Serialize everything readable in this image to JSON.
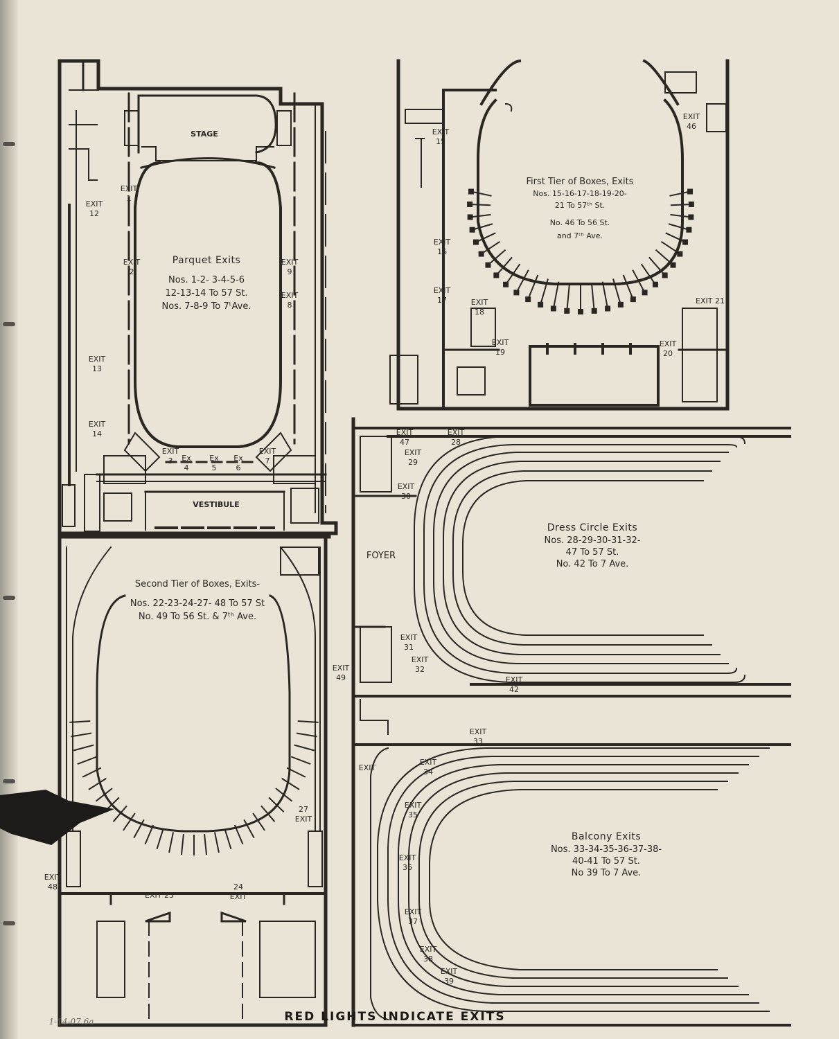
{
  "sections": {
    "parquet": {
      "title": "Parquet Exits",
      "lines": [
        "Nos. 1-2- 3-4-5-6",
        "12-13-14 To 57 St.",
        "Nos. 7-8-9 To 7ᵗAve."
      ]
    },
    "first_tier": {
      "title": "First Tier of Boxes, Exits",
      "lines": [
        "Nos. 15-16-17-18-19-20-",
        "21 To 57ᵗʰ St.",
        "No. 46 To 56 St.",
        "and 7ᵗʰ Ave."
      ]
    },
    "dress_circle": {
      "title": "Dress Circle Exits",
      "lines": [
        "Nos. 28-29-30-31-32-",
        "47 To 57 St.",
        "No. 42 To 7 Ave."
      ]
    },
    "second_tier": {
      "title": "Second Tier of Boxes, Exits-",
      "lines": [
        "Nos. 22-23-24-27- 48 To 57 St",
        "No. 49 To 56 St. & 7ᵗʰ Ave."
      ]
    },
    "balcony": {
      "title": "Balcony Exits",
      "lines": [
        "Nos. 33-34-35-36-37-38-",
        "40-41 To 57 St.",
        "No 39 To 7 Ave."
      ]
    }
  },
  "rooms": {
    "stage": "STAGE",
    "vestibule": "VESTIBULE",
    "foyer": "FOYER"
  },
  "exit_word": "EXIT",
  "ex_word": "Ex",
  "exits": {
    "e1": "1",
    "e2": "2",
    "e3": "3",
    "e4": "4",
    "e5": "5",
    "e6": "6",
    "e7": "7",
    "e8": "8",
    "e9": "9",
    "e12": "12",
    "e13": "13",
    "e14": "14",
    "e15": "15",
    "e16": "16",
    "e17": "17",
    "e18": "18",
    "e19": "19",
    "e20": "20",
    "e21": "21",
    "e23": "23",
    "e24": "24",
    "e27": "27",
    "e28": "28",
    "e29": "29",
    "e30": "30",
    "e31": "31",
    "e32": "32",
    "e33": "33",
    "e34": "34",
    "e35": "35",
    "e36": "36",
    "e37": "37",
    "e38": "38",
    "e39": "39",
    "e42": "42",
    "e46": "46",
    "e47": "47",
    "e48": "48",
    "e49": "49"
  },
  "footer": "RED LIGHTS INDICATE EXITS",
  "handwritten_note": "1-14-07.6a",
  "colors": {
    "paper": "#e9e4d6",
    "ink": "#2a2622"
  }
}
